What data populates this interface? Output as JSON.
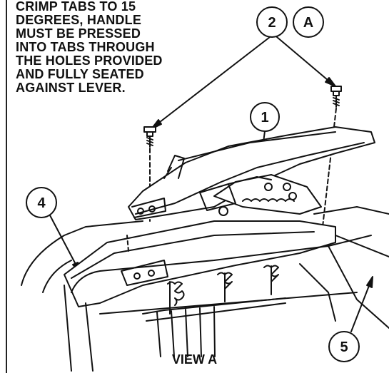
{
  "note": {
    "lines": [
      "CRIMP TABS TO 15",
      "DEGREES, HANDLE",
      "MUST BE PRESSED",
      "INTO TABS THROUGH",
      "THE HOLES PROVIDED",
      "AND FULLY SEATED",
      "AGAINST LEVER."
    ]
  },
  "callouts": {
    "c1": "1",
    "c2": "2",
    "cA": "A",
    "c4": "4",
    "c5": "5"
  },
  "view_label": "VIEW A",
  "colors": {
    "ink": "#111111",
    "background": "#ffffff"
  }
}
